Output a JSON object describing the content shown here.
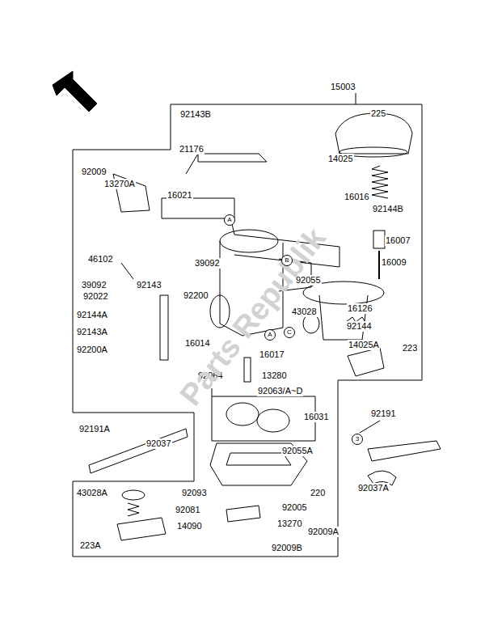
{
  "diagram": {
    "nodes": [
      {
        "text": [
          "A"
        ]
      },
      {
        "text": [
          "B"
        ]
      },
      {
        "text": [
          "A"
        ]
      },
      {
        "text": [
          "C"
        ]
      },
      {
        "text": [
          "3"
        ]
      }
    ],
    "labels": [
      "15003",
      "92143B",
      "225",
      "21176",
      "14025",
      "92009",
      "13270A",
      "16016",
      "92144B",
      "16021",
      "16007",
      "46102",
      "39092",
      "16009",
      "92143",
      "92055",
      "39092",
      "92022",
      "92200",
      "16126",
      "43028",
      "92144A",
      "92144",
      "92143A",
      "14025A",
      "223",
      "16014",
      "92200A",
      "16017",
      "92064",
      "13280",
      "92063/A~D",
      "16031",
      "92191",
      "92191A",
      "92037",
      "92055A",
      "92037A",
      "43028A",
      "92093",
      "220",
      "92005",
      "92081",
      "13270",
      "14090",
      "92009A",
      "223A",
      "92009B",
      "Parts Republik"
    ]
  }
}
